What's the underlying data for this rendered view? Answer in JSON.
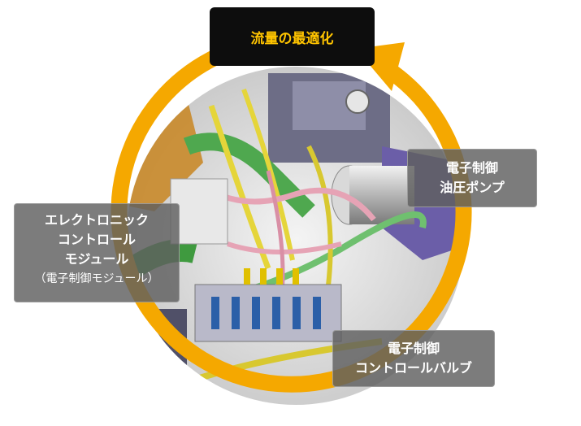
{
  "title": "流量の最適化",
  "labels": {
    "ecm": {
      "lines": [
        "エレクトロニック",
        "コントロール",
        "モジュール"
      ],
      "sub": "（電子制御モジュール）"
    },
    "pump": {
      "lines": [
        "電子制御",
        "油圧ポンプ"
      ]
    },
    "valve": {
      "lines": [
        "電子制御",
        "コントロールバルブ"
      ]
    }
  },
  "colors": {
    "cycle_arrow": "#f5a800",
    "title_bg": "#0d0d0d",
    "title_text": "#ffc400",
    "label_bg": "#5f5f5f"
  }
}
